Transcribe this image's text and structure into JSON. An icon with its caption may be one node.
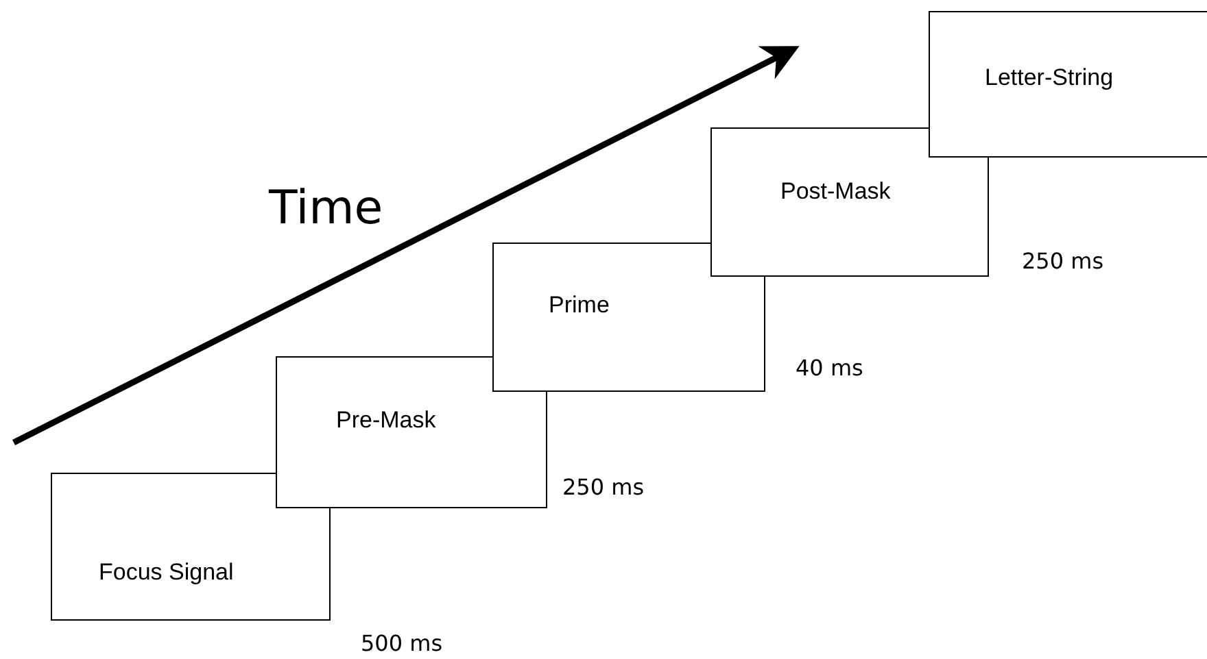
{
  "diagram": {
    "nodes": [
      {
        "text": [
          "Focus Signal"
        ],
        "beside": [
          "500 ms"
        ]
      },
      {
        "text": [
          "Pre-Mask"
        ],
        "beside": [
          "250 ms"
        ]
      },
      {
        "text": [
          "Prime"
        ],
        "beside": [
          "40 ms"
        ]
      },
      {
        "text": [
          "Post-Mask"
        ],
        "beside": [
          "250 ms"
        ]
      },
      {
        "text": [
          "Letter-String"
        ]
      }
    ],
    "labels": [
      "Time"
    ]
  }
}
